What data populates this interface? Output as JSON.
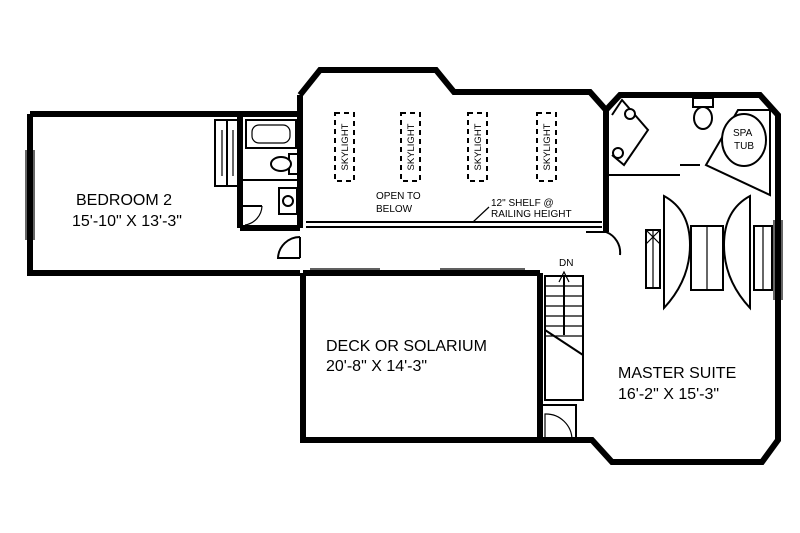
{
  "rooms": {
    "bedroom2": {
      "name": "BEDROOM 2",
      "dims": "15'-10\" X 13'-3\""
    },
    "deck": {
      "name": "DECK OR SOLARIUM",
      "dims": "20'-8\" X 14'-3\""
    },
    "master": {
      "name": "MASTER SUITE",
      "dims": "16'-2\" X 15'-3\""
    }
  },
  "notes": {
    "open_line1": "OPEN TO",
    "open_line2": "BELOW",
    "shelf_line1": "12\" SHELF @",
    "shelf_line2": "RAILING HEIGHT",
    "stair_dn": "DN",
    "spa_line1": "SPA",
    "spa_line2": "TUB"
  },
  "skylights": [
    "SKYLIGHT",
    "SKYLIGHT",
    "SKYLIGHT",
    "SKYLIGHT"
  ]
}
